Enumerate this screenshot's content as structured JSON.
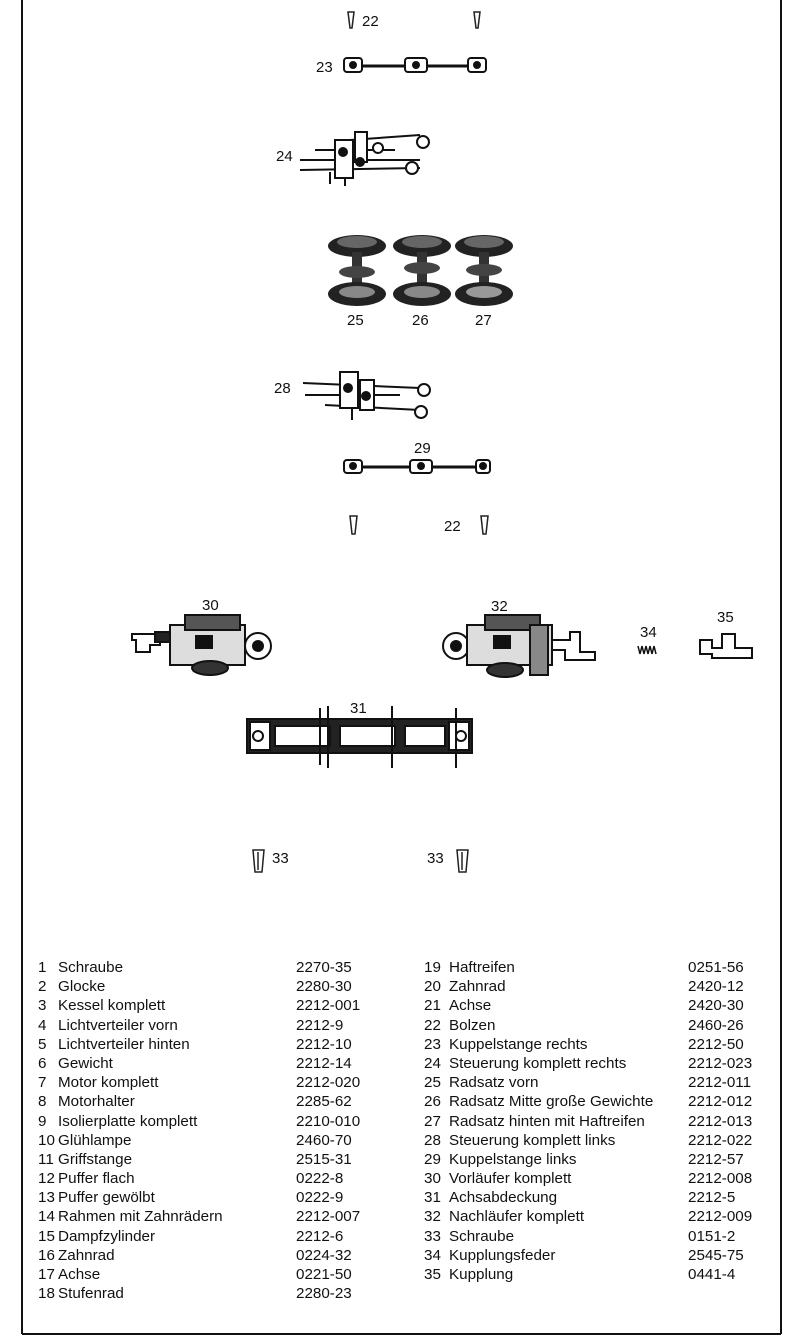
{
  "callouts": {
    "c22_top": "22",
    "c23": "23",
    "c24": "24",
    "c25": "25",
    "c26": "26",
    "c27": "27",
    "c28": "28",
    "c29": "29",
    "c22_mid": "22",
    "c30": "30",
    "c31": "31",
    "c32": "32",
    "c34": "34",
    "c35": "35",
    "c33_left": "33",
    "c33_right": "33"
  },
  "parts_left": [
    {
      "num": "1",
      "name": "Schraube",
      "code": "2270-35"
    },
    {
      "num": "2",
      "name": "Glocke",
      "code": "2280-30"
    },
    {
      "num": "3",
      "name": "Kessel komplett",
      "code": "2212-001"
    },
    {
      "num": "4",
      "name": "Lichtverteiler vorn",
      "code": "2212-9"
    },
    {
      "num": "5",
      "name": "Lichtverteiler hinten",
      "code": "2212-10"
    },
    {
      "num": "6",
      "name": "Gewicht",
      "code": "2212-14"
    },
    {
      "num": "7",
      "name": "Motor komplett",
      "code": "2212-020"
    },
    {
      "num": "8",
      "name": "Motorhalter",
      "code": "2285-62"
    },
    {
      "num": "9",
      "name": "Isolierplatte komplett",
      "code": "2210-010"
    },
    {
      "num": "10",
      "name": "Glühlampe",
      "code": "2460-70"
    },
    {
      "num": "11",
      "name": "Griffstange",
      "code": "2515-31"
    },
    {
      "num": "12",
      "name": "Puffer flach",
      "code": "0222-8"
    },
    {
      "num": "13",
      "name": "Puffer gewölbt",
      "code": "0222-9"
    },
    {
      "num": "14",
      "name": "Rahmen mit Zahnrädern",
      "code": "2212-007"
    },
    {
      "num": "15",
      "name": "Dampfzylinder",
      "code": "2212-6"
    },
    {
      "num": "16",
      "name": "Zahnrad",
      "code": "0224-32"
    },
    {
      "num": "17",
      "name": "Achse",
      "code": "0221-50"
    },
    {
      "num": "18",
      "name": "Stufenrad",
      "code": "2280-23"
    }
  ],
  "parts_right": [
    {
      "num": "19",
      "name": "Haftreifen",
      "code": "0251-56"
    },
    {
      "num": "20",
      "name": "Zahnrad",
      "code": "2420-12"
    },
    {
      "num": "21",
      "name": "Achse",
      "code": "2420-30"
    },
    {
      "num": "22",
      "name": "Bolzen",
      "code": "2460-26"
    },
    {
      "num": "23",
      "name": "Kuppelstange rechts",
      "code": "2212-50"
    },
    {
      "num": "24",
      "name": "Steuerung komplett rechts",
      "code": "2212-023"
    },
    {
      "num": "25",
      "name": "Radsatz vorn",
      "code": "2212-011"
    },
    {
      "num": "26",
      "name": "Radsatz Mitte große Gewichte",
      "code": "2212-012"
    },
    {
      "num": "27",
      "name": "Radsatz hinten mit Haftreifen",
      "code": "2212-013"
    },
    {
      "num": "28",
      "name": "Steuerung komplett links",
      "code": "2212-022"
    },
    {
      "num": "29",
      "name": "Kuppelstange links",
      "code": "2212-57"
    },
    {
      "num": "30",
      "name": "Vorläufer komplett",
      "code": "2212-008"
    },
    {
      "num": "31",
      "name": "Achsabdeckung",
      "code": "2212-5"
    },
    {
      "num": "32",
      "name": "Nachläufer komplett",
      "code": "2212-009"
    },
    {
      "num": "33",
      "name": "Schraube",
      "code": "0151-2"
    },
    {
      "num": "34",
      "name": "Kupplungsfeder",
      "code": "2545-75"
    },
    {
      "num": "35",
      "name": "Kupplung",
      "code": "0441-4"
    }
  ]
}
